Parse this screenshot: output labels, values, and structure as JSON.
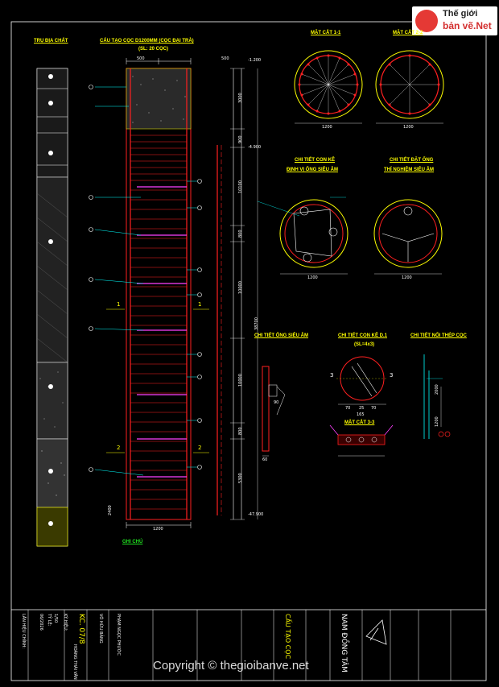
{
  "titles": {
    "geology": "TRỤ ĐỊA CHẤT",
    "pile": "CẤU TẠO CỌC D1200MM (CỌC ĐẠI TRÀ)",
    "pile_sub": "(SL: 20 CỌC)",
    "sec11": "MẶT CẮT 1-1",
    "sec22": "MẶT CẮT 2-2",
    "kekd": "CHI TIẾT CON KÊ",
    "kekd2": "ĐỊNH VỊ ỐNG SIÊU ÂM",
    "ongthu": "CHI TIẾT ĐẶT ỐNG",
    "ongthu2": "THÍ NGHIỆM SIÊU ÂM",
    "ongsieuam": "CHI TIẾT ỐNG SIÊU ÂM",
    "conke": "CHI TIẾT CON KÊ D.1",
    "conke_sub": "(SL=4x3)",
    "noithep": "CHI TIẾT NỐI THÉP CỌC",
    "sec33": "MẶT CẮT 3-3",
    "ghichu": "GHI CHÚ"
  },
  "dims": {
    "d500a": "500",
    "d500b": "500",
    "d1200": "1200",
    "d1200s1": "1200",
    "d1200s2": "1200",
    "d1200k1": "1200",
    "d1200k2": "1200",
    "d3000": "3000",
    "d900": "900",
    "d10100": "10100",
    "d800": "800",
    "d10000": "10000",
    "d38700": "38700",
    "d10000b": "10000",
    "d800b": "800",
    "d5300": "5300",
    "d2400": "2400",
    "elev1": "-1.200",
    "elev2": "-4.900",
    "elev3": "-47.900",
    "d70a": "70",
    "d70b": "70",
    "d25": "25",
    "d165": "165",
    "d90": "90",
    "d60": "60",
    "d1200n": "1200",
    "d2000": "2000"
  },
  "section_marks": {
    "m1": "1",
    "m1b": "1",
    "m2": "2",
    "m2b": "2",
    "m3": "3",
    "m3b": "3"
  },
  "title_block": {
    "drawing_no": "KC. 07/8",
    "label_kyhieu": "KÝ HIỆU:",
    "label_tyle": "TỶ LỆ:",
    "label_lanhieu": "LẦN HIỆU CHỈNH:",
    "tyle_value": "1/50",
    "date": "06/2026",
    "project": "CẤU TẠO CỌC",
    "company": "NAM ĐỒNG TÂM",
    "col1": "VÕ HỮU BẢNG",
    "col2": "PHẠM NGỌC PHƯỚC",
    "col3": "HOÀNG THÁI VÂN"
  },
  "logo": {
    "line1": "Thế giới",
    "line2": "bản vẽ.Net"
  },
  "copyright": "Copyright © thegioibanve.net",
  "colors": {
    "red": "#ff2020",
    "yellow": "#ffff00",
    "magenta": "#ff40ff",
    "cyan": "#00ffff",
    "white": "#ffffff",
    "green": "#20e020"
  }
}
